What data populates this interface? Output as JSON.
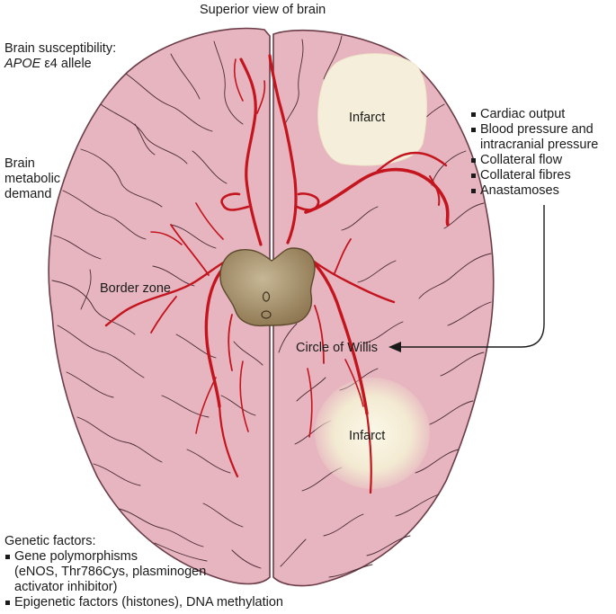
{
  "title": "Superior view of brain",
  "left_labels": {
    "susceptibility_line1": "Brain susceptibility:",
    "susceptibility_gene": "APOE",
    "susceptibility_rest": " ε4 allele",
    "metabolic": [
      "Brain",
      "metabolic",
      "demand"
    ]
  },
  "right_factors": [
    "Cardiac output",
    "Blood pressure and",
    "intracranial pressure",
    "Collateral flow",
    "Collateral fibres",
    "Anastamoses"
  ],
  "brain_labels": {
    "infarct_top": "Infarct",
    "infarct_bottom": "Infarct",
    "border_zone": "Border zone",
    "circle_of_willis": "Circle of Willis"
  },
  "genetic": {
    "heading": "Genetic factors:",
    "item1": [
      "Gene polymorphisms",
      "(eNOS, Thr786Cys, plasminogen",
      "activator inhibitor)"
    ],
    "item2": "Epigenetic factors (histones), DNA methylation"
  },
  "colors": {
    "brain": "#e6b5bf",
    "brain_outline": "#6b3d48",
    "artery": "#c4141e",
    "infarct": "#f7f0da",
    "brainstem": "#a08a64"
  }
}
